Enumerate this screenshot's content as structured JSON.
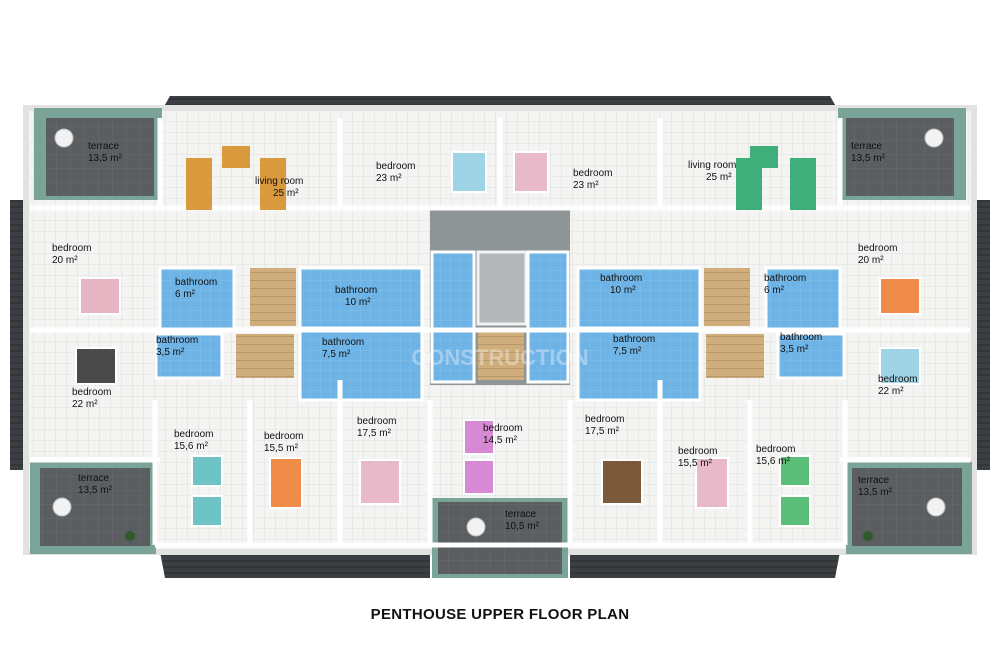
{
  "caption": "PENTHOUSE UPPER FLOOR PLAN",
  "watermark": "CONSTRUCTION",
  "rooms": [
    {
      "name": "terrace",
      "area": "13,5 m²"
    },
    {
      "name": "living room",
      "area": "25 m²"
    },
    {
      "name": "bedroom",
      "area": "23 m²"
    },
    {
      "name": "bedroom",
      "area": "23 m²"
    },
    {
      "name": "living room",
      "area": "25 m²"
    },
    {
      "name": "terrace",
      "area": "13,5 m²"
    },
    {
      "name": "bedroom",
      "area": "20 m²"
    },
    {
      "name": "bathroom",
      "area": "6 m²"
    },
    {
      "name": "bathroom",
      "area": "10 m²"
    },
    {
      "name": "bathroom",
      "area": "10 m²"
    },
    {
      "name": "bathroom",
      "area": "6 m²"
    },
    {
      "name": "bedroom",
      "area": "20 m²"
    },
    {
      "name": "bathroom",
      "area": "3,5 m²"
    },
    {
      "name": "bathroom",
      "area": "7,5 m²"
    },
    {
      "name": "bathroom",
      "area": "7,5 m²"
    },
    {
      "name": "bathroom",
      "area": "3,5 m²"
    },
    {
      "name": "bedroom",
      "area": "22 m²"
    },
    {
      "name": "bedroom",
      "area": "22 m²"
    },
    {
      "name": "bedroom",
      "area": "15,6 m²"
    },
    {
      "name": "bedroom",
      "area": "15,5 m²"
    },
    {
      "name": "bedroom",
      "area": "17,5 m²"
    },
    {
      "name": "bedroom",
      "area": "14,5 m²"
    },
    {
      "name": "bedroom",
      "area": "17,5 m²"
    },
    {
      "name": "bedroom",
      "area": "15,5 m²"
    },
    {
      "name": "bedroom",
      "area": "15,6 m²"
    },
    {
      "name": "terrace",
      "area": "13,5 m²"
    },
    {
      "name": "terrace",
      "area": "10,5 m²"
    },
    {
      "name": "terrace",
      "area": "13,5 m²"
    }
  ],
  "colors": {
    "roof": "#3a3d40",
    "glass": "#7fa69a",
    "terrace_floor": "#55595c",
    "tile": "#f3f4f2",
    "grid": "#d9dcd9",
    "wall": "#f8f8f6",
    "bathroom": "#6fb6e8",
    "stair": "#c9a877"
  }
}
